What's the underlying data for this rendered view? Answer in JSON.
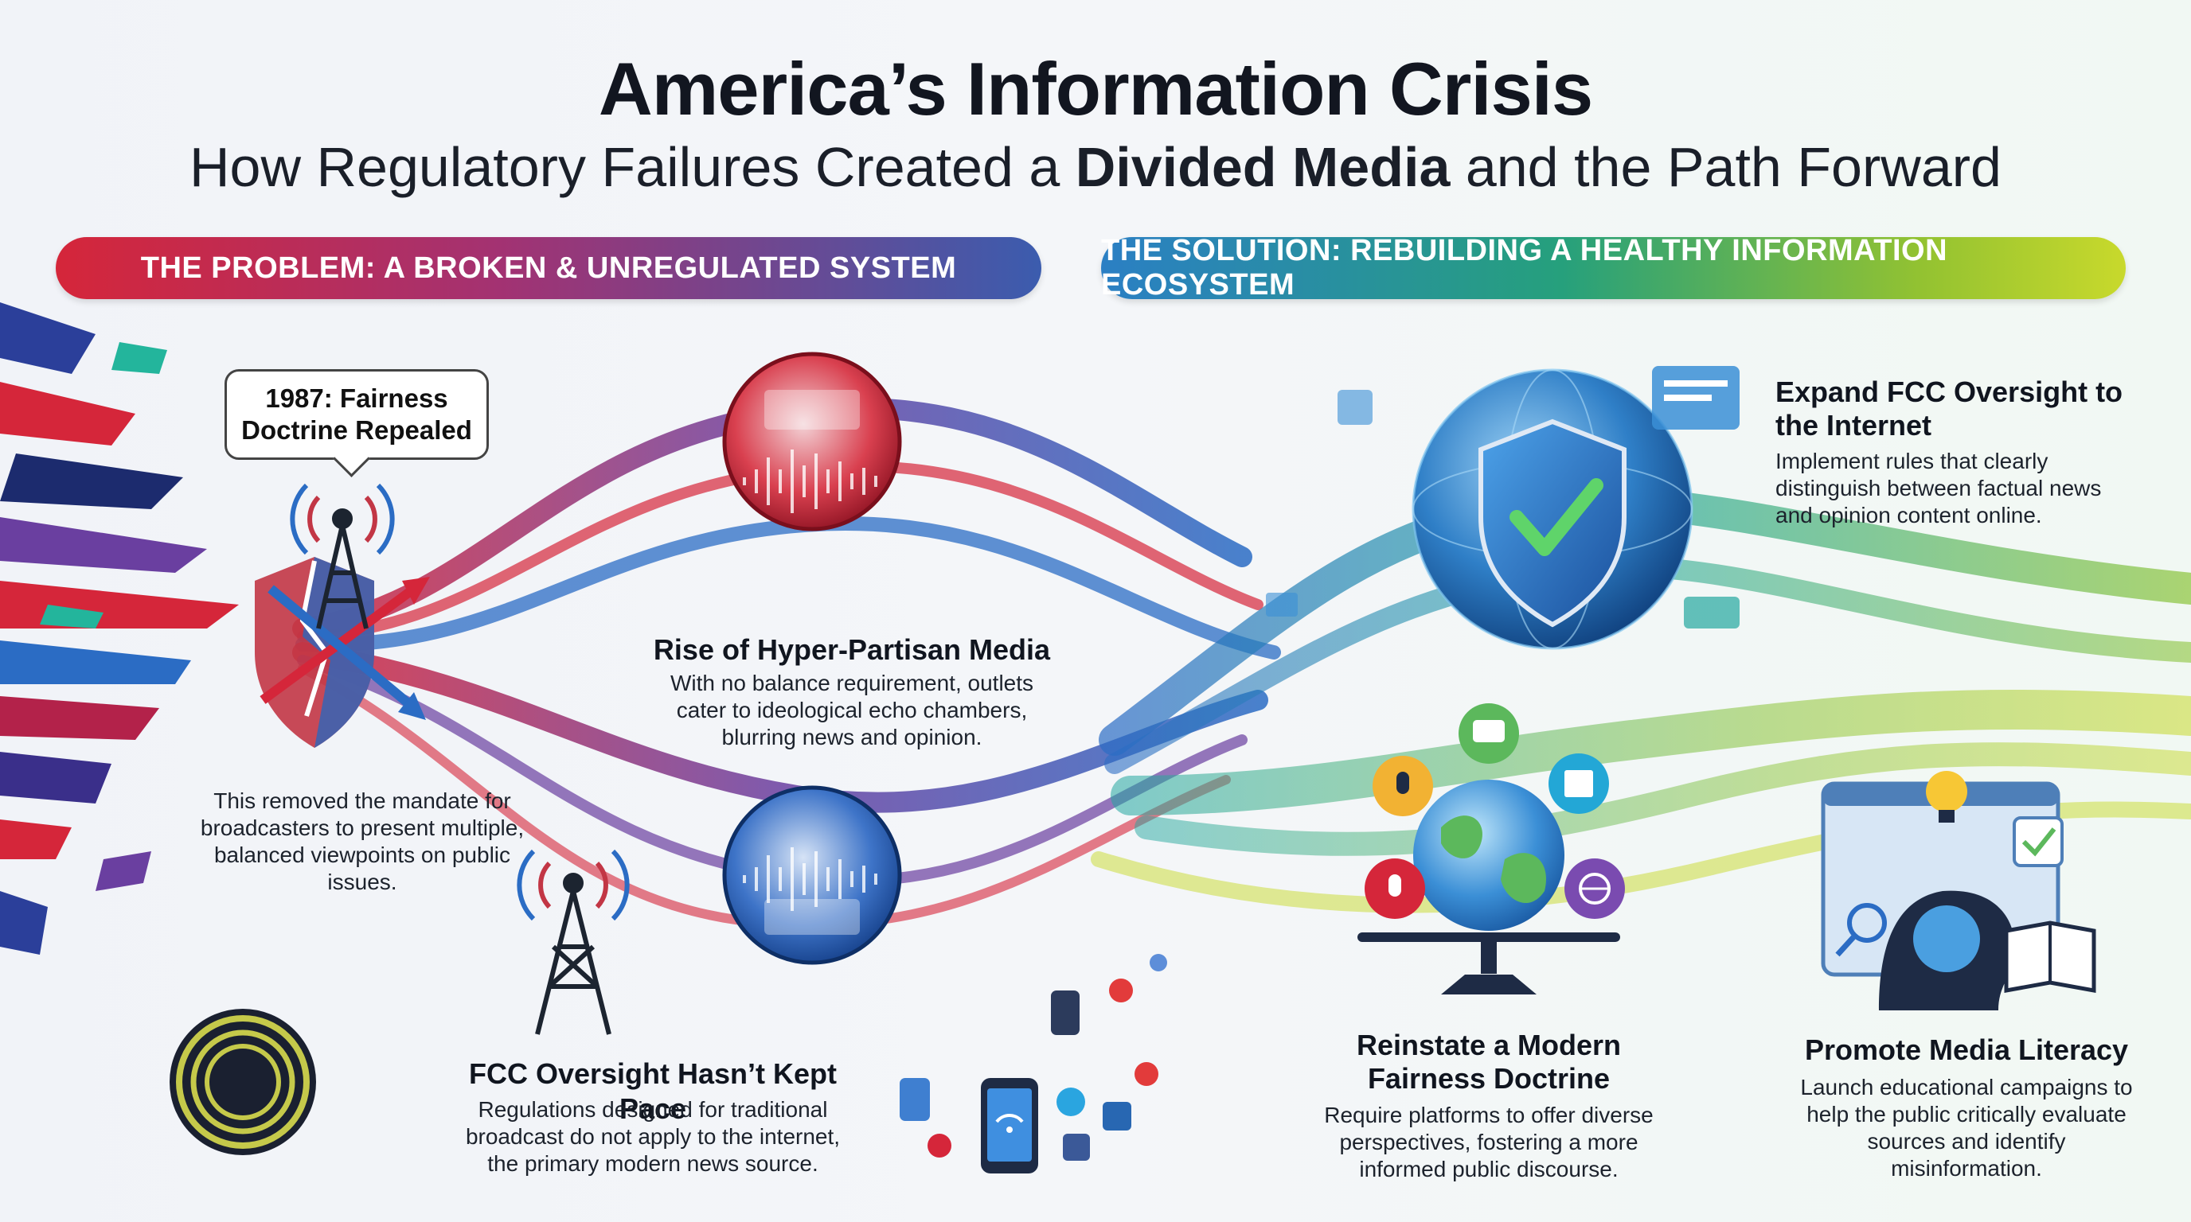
{
  "header": {
    "title": "America’s Information Crisis",
    "subtitle_before": "How Regulatory Failures Created a ",
    "subtitle_bold": "Divided Media",
    "subtitle_after": " and the Path Forward"
  },
  "problem": {
    "banner": "THE PROBLEM: A BROKEN & UNREGULATED SYSTEM",
    "callout": "1987: Fairness Doctrine Repealed",
    "repeal_text": "This removed the mandate for broadcasters to present multiple, balanced viewpoints on public issues.",
    "partisan_heading": "Rise of Hyper-Partisan Media",
    "partisan_text": "With no balance requirement, outlets cater to ideological echo chambers, blurring news and opinion.",
    "fcc_heading": "FCC Oversight Hasn’t Kept Pace",
    "fcc_text": "Regulations designed for traditional broadcast do not apply to the internet, the primary modern news source."
  },
  "solution": {
    "banner": "THE SOLUTION: REBUILDING A HEALTHY INFORMATION ECOSYSTEM",
    "expand_heading": "Expand FCC Oversight to the Internet",
    "expand_text": "Implement rules that clearly distinguish between factual news and opinion content online.",
    "reinstate_heading": "Reinstate a Modern Fairness Doctrine",
    "reinstate_text": "Require platforms to offer diverse perspectives, fostering a more informed public discourse.",
    "literacy_heading": "Promote Media Literacy",
    "literacy_text": "Launch educational campaigns to help the public critically evaluate sources and identify misinformation."
  },
  "icons": [
    "broadcast-tower-icon",
    "broken-shield-icon",
    "news-bubble-icon",
    "shield-check-icon",
    "globe-icon",
    "balance-scale-icon",
    "microphone-icon",
    "chat-icon",
    "newspaper-icon",
    "internet-icon",
    "brain-head-icon",
    "lightbulb-icon",
    "book-icon",
    "smartphone-icon",
    "keyhole-logo-icon"
  ],
  "colors": {
    "red": "#d5263a",
    "blue": "#2b6cc4",
    "teal": "#23a7a0",
    "green": "#8cc43a",
    "purple": "#6a3fa0"
  }
}
